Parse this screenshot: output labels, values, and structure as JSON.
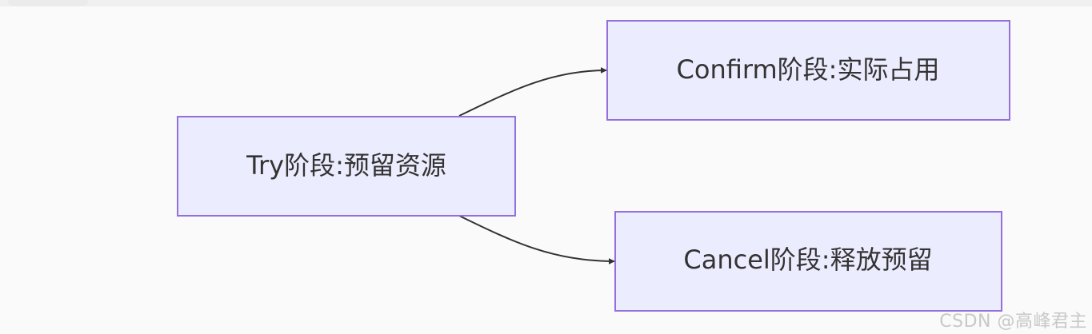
{
  "nodes": {
    "try": {
      "label": "Try阶段:预留资源"
    },
    "confirm": {
      "label": "Confirm阶段:实际占用"
    },
    "cancel": {
      "label": "Cancel阶段:释放预留"
    }
  },
  "edges": [
    {
      "from": "try",
      "to": "confirm"
    },
    {
      "from": "try",
      "to": "cancel"
    }
  ],
  "colors": {
    "node_fill": "#ececff",
    "node_border": "#9370db",
    "edge": "#333333",
    "text": "#333333"
  },
  "watermark": "CSDN @高峰君主"
}
